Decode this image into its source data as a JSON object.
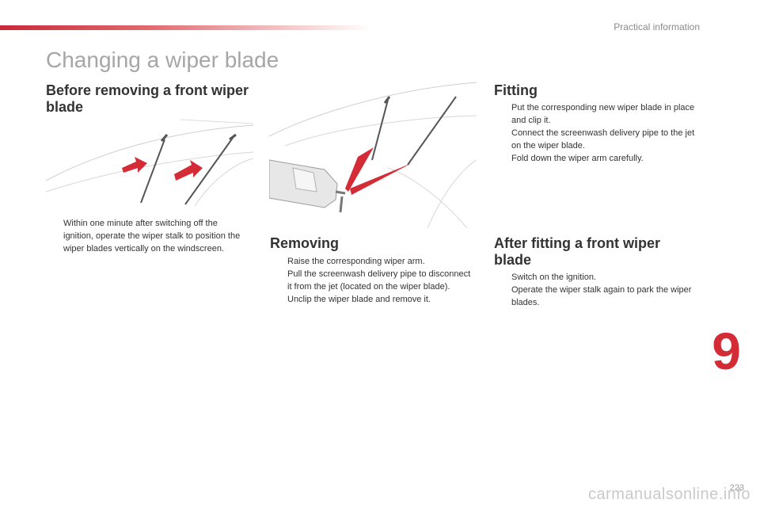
{
  "header": {
    "section_label": "Practical information"
  },
  "page_title": "Changing a wiper blade",
  "before_removing": {
    "heading": "Before removing a front wiper blade",
    "steps": [
      "Within one minute after switching off the ignition, operate the wiper stalk to position the wiper blades vertically on the windscreen."
    ]
  },
  "removing": {
    "heading": "Removing",
    "steps": [
      "Raise the corresponding wiper arm.",
      "Pull the screenwash delivery pipe to disconnect it from the jet (located on the wiper blade).",
      "Unclip the wiper blade and remove it."
    ]
  },
  "fitting": {
    "heading": "Fitting",
    "steps": [
      "Put the corresponding new wiper blade in place and clip it.",
      "Connect the screenwash delivery pipe to the jet on the wiper blade.",
      "Fold down the wiper arm carefully."
    ]
  },
  "after_fitting": {
    "heading": "After fitting a front wiper blade",
    "steps": [
      "Switch on the ignition.",
      "Operate the wiper stalk again to park the wiper blades."
    ]
  },
  "bullet_glyph": "",
  "chapter_number": "9",
  "page_number": "223",
  "watermark": "carmanualsonline.info",
  "colors": {
    "accent": "#d32c37",
    "title_gray": "#a6a6a6"
  }
}
